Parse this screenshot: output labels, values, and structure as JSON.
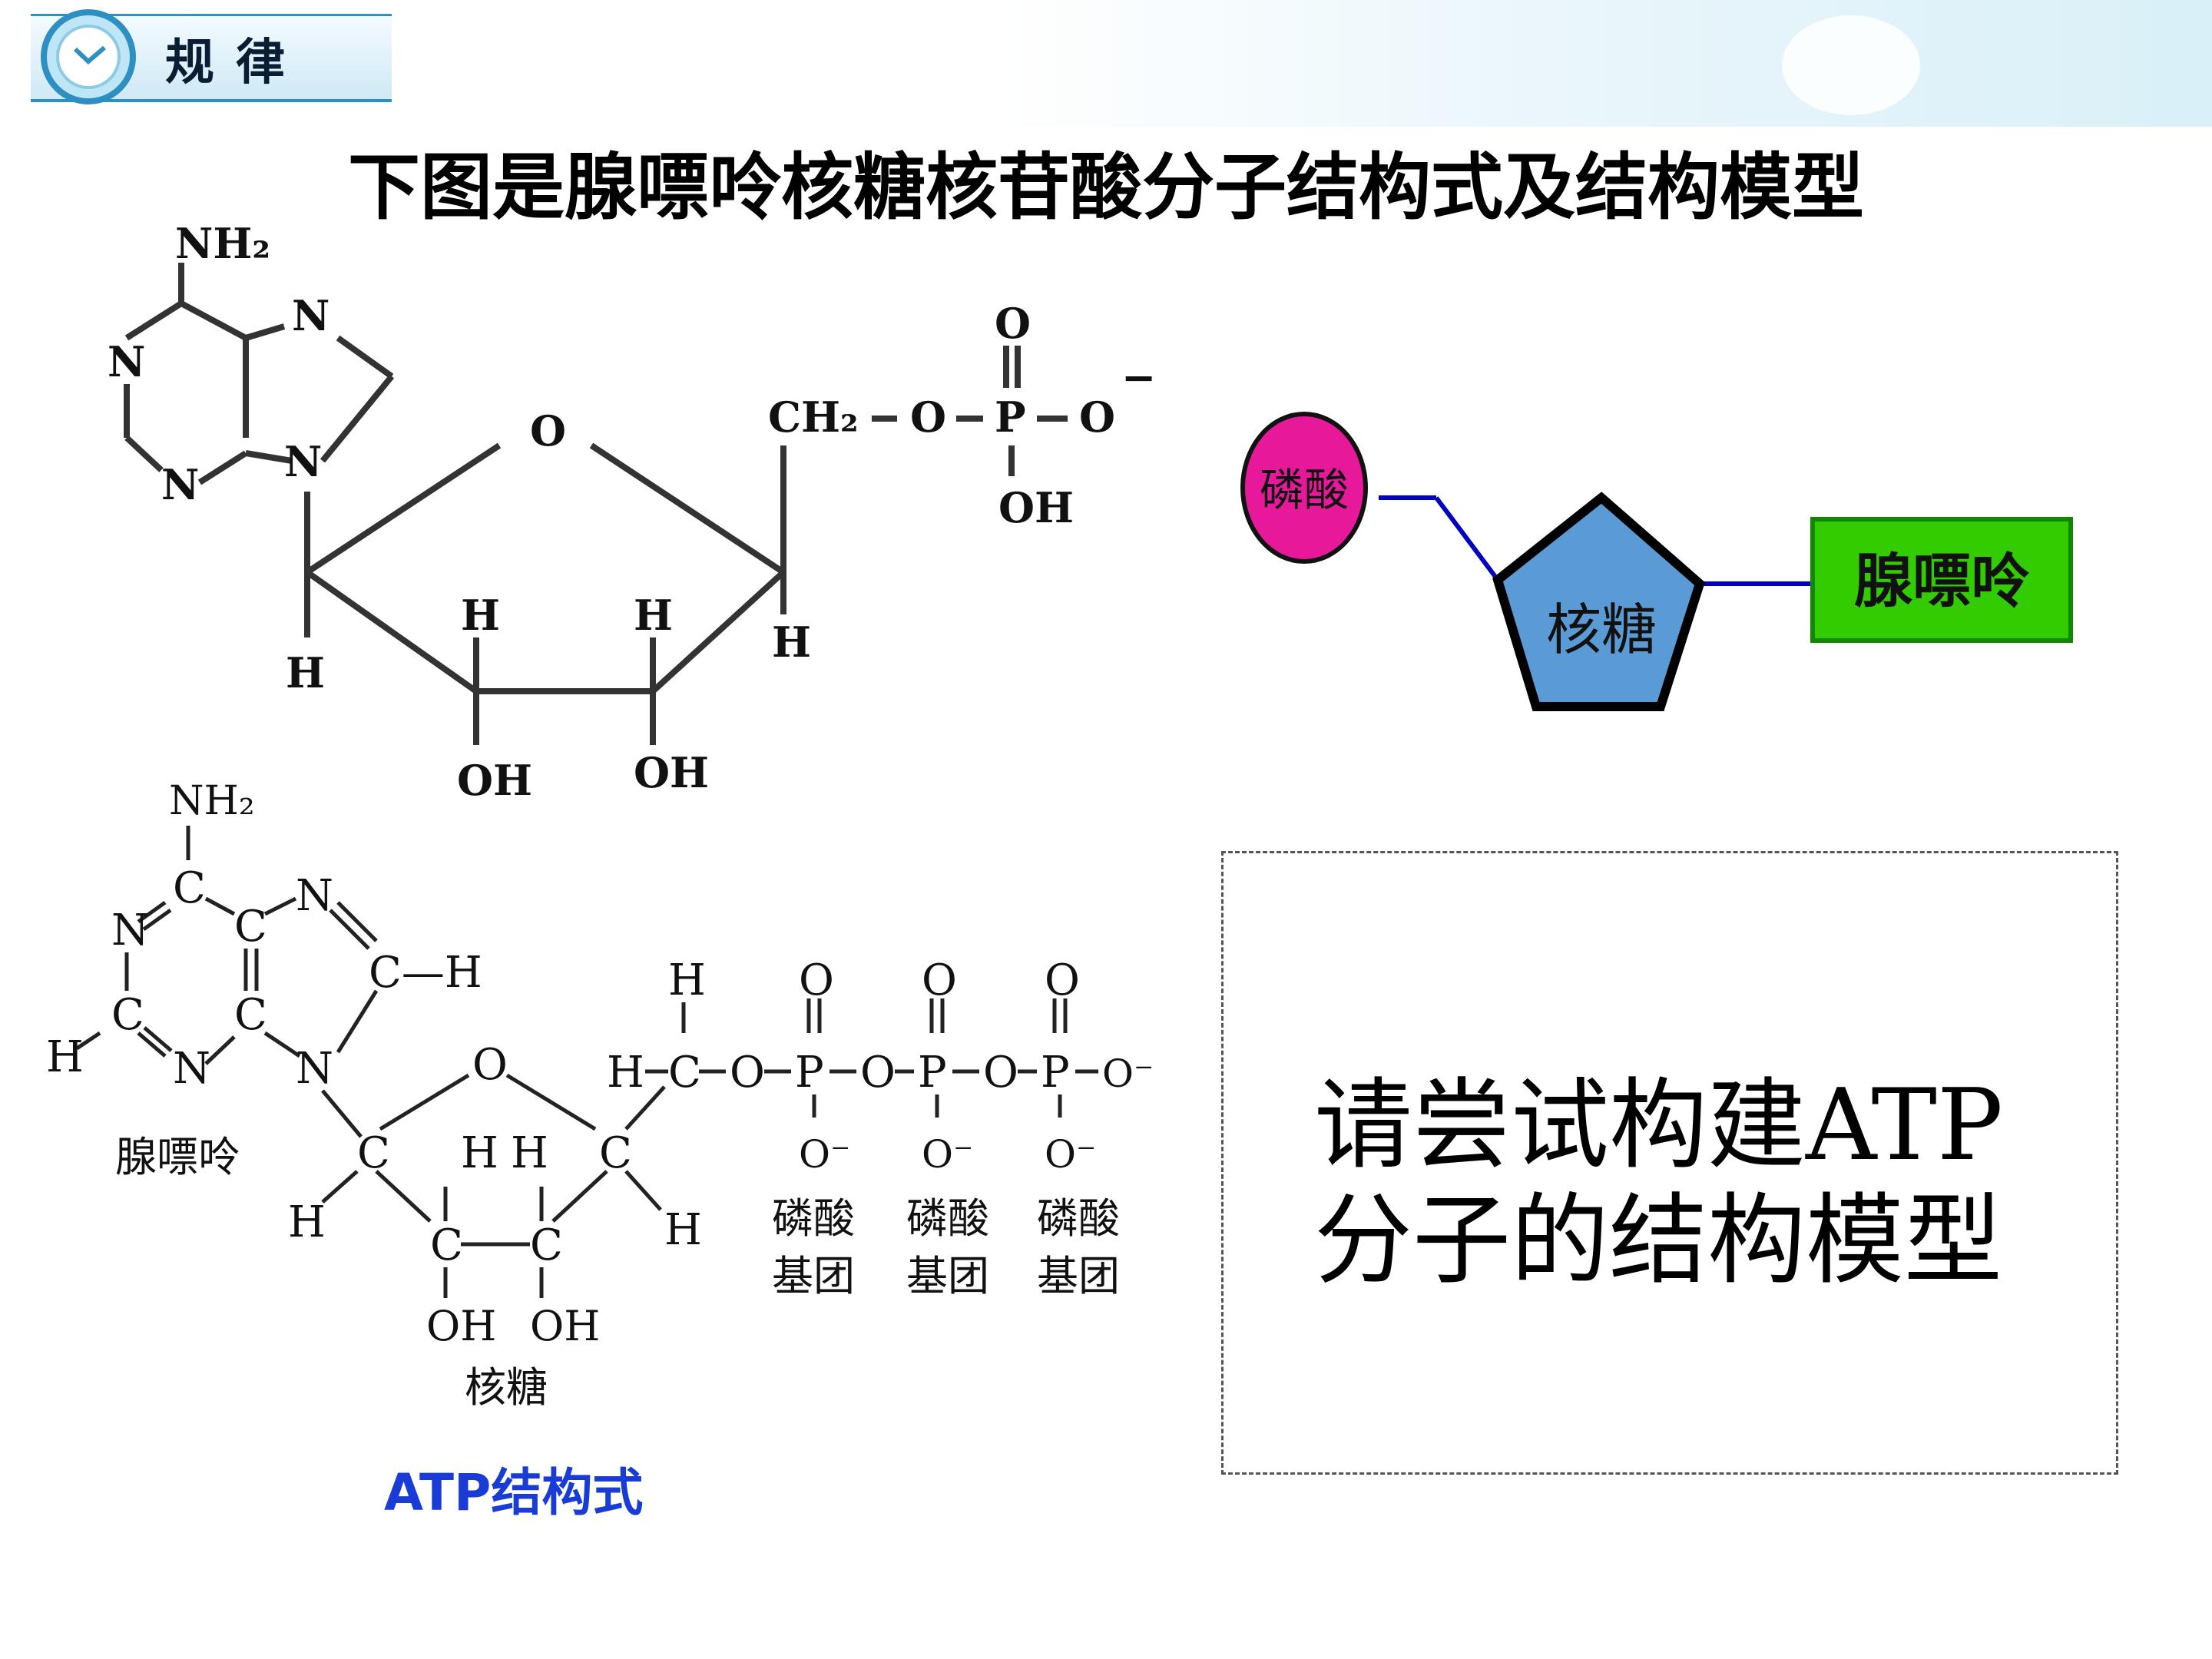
{
  "header": {
    "title": "规律"
  },
  "heading": "下图是腺嘌呤核糖核苷酸分子结构式及结构模型",
  "amp_structure": {
    "adenine": {
      "amino": "NH₂",
      "n": "N"
    },
    "ring_o": "O",
    "h": "H",
    "oh": "OH",
    "ch2": "CH₂",
    "o": "O",
    "p": "P",
    "o_minus": "O⁻",
    "dash": "−"
  },
  "model": {
    "phosphate": "磷酸",
    "ribose": "核糖",
    "adenine": "腺嘌呤",
    "colors": {
      "phosphate": "#e8189b",
      "ribose": "#5b9bd5",
      "adenine": "#33cc00",
      "bond": "#0000c0"
    }
  },
  "atp_structure": {
    "nh2": "NH₂",
    "c": "C",
    "n": "N",
    "h": "H",
    "o": "O",
    "p": "P",
    "o_minus": "O⁻",
    "oh": "OH",
    "bond_h_c": "C—H",
    "adenine_label": "腺嘌呤",
    "ribose_label": "核糖",
    "phosphate_group_1": "磷酸",
    "phosphate_group_2": "基团",
    "caption": "ATP结构式"
  },
  "prompt": {
    "line1": "请尝试构建ATP",
    "line2": "分子的结构模型"
  }
}
